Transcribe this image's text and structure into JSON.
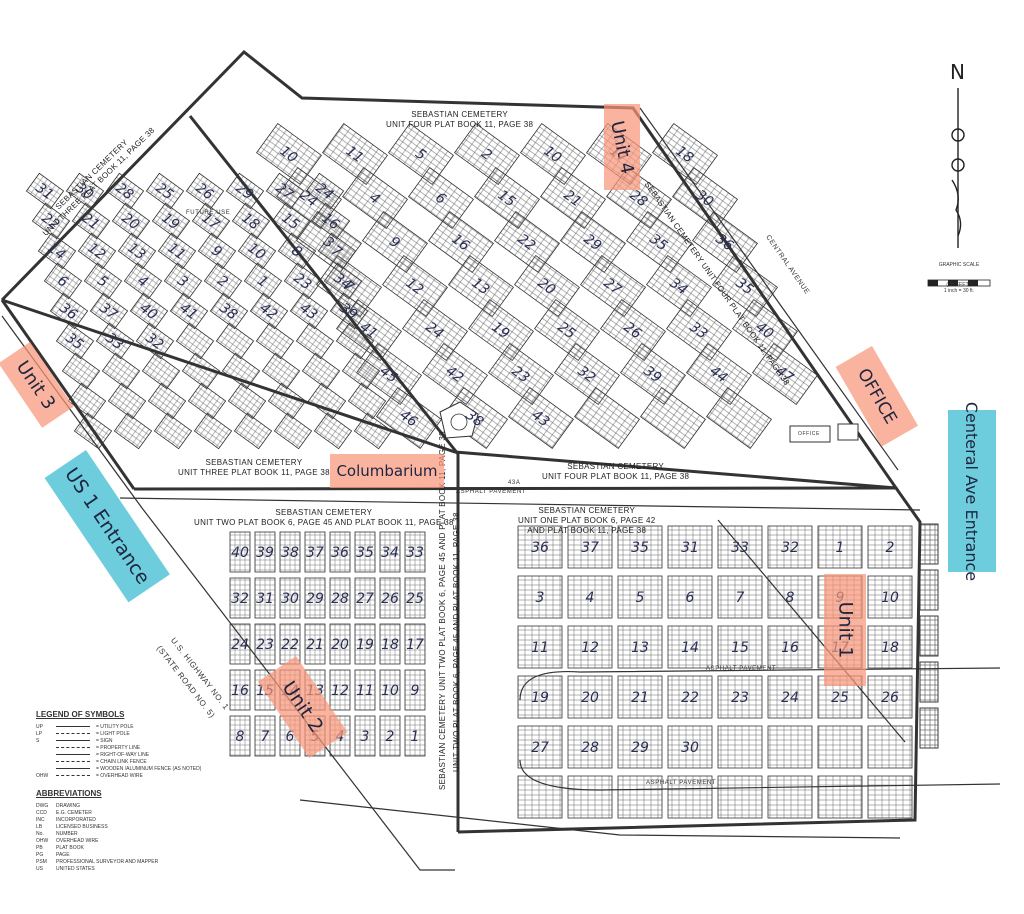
{
  "plats": {
    "unit_three": {
      "top": "SEBASTIAN CEMETERY",
      "bottom": "UNIT THREE PLAT BOOK 11, PAGE 38"
    },
    "unit_four_top": {
      "line1": "SEBASTIAN CEMETERY",
      "line2": "UNIT FOUR PLAT BOOK 11, PAGE 38"
    },
    "unit_four_side": "SEBASTIAN CEMETERY UNIT FOUR PLAT BOOK 11, PAGE 38",
    "unit_three_bottom": {
      "line1": "SEBASTIAN CEMETERY",
      "line2": "UNIT THREE PLAT BOOK 11, PAGE 38"
    },
    "unit_four_bottom": {
      "line1": "SEBASTIAN CEMETERY",
      "line2": "UNIT FOUR PLAT BOOK 11, PAGE 38"
    },
    "unit_two_top": {
      "line1": "SEBASTIAN CEMETERY",
      "line2": "UNIT TWO PLAT BOOK 6, PAGE 45 AND PLAT BOOK 11, PAGE 38"
    },
    "unit_one_top": {
      "line1": "SEBASTIAN CEMETERY",
      "line2": "UNIT ONE PLAT BOOK 6, PAGE 42",
      "line3": "AND PLAT BOOK 11, PAGE 38"
    },
    "vertical_1": "SEBASTIAN CEMETERY UNIT TWO PLAT BOOK 6, PAGE 45 AND PLAT BOOK 11, PAGE 38",
    "vertical_2": "UNIT TWO PLAT BOOK 6, PAGE 45 AND PLAT BOOK 11, PAGE 38"
  },
  "roads": {
    "central_avenue": "CENTRAL AVENUE",
    "us_highway": "U.S. HIGHWAY NO. 1",
    "state_road": "(STATE ROAD NO. 5)",
    "asphalt_1": "ASPHALT PAVEMENT",
    "asphalt_2": "ASPHALT PAVEMENT",
    "asphalt_3": "ASPHALT PAVEMENT",
    "future_use": "FUTURE USE",
    "lot_43a": "43A",
    "office_box": "OFFICE"
  },
  "stickies": {
    "unit4": "Unit 4",
    "unit3": "Unit 3",
    "us1": "US 1 Entrance",
    "columbarium": "Columbarium",
    "office": "OFFICE",
    "central_ave": "Centeral Ave Entrance",
    "unit1": "Unit 1",
    "unit2": "Unit 2"
  },
  "north": {
    "letter": "N"
  },
  "scale": {
    "title": "GRAPHIC SCALE",
    "feet": "( IN FEET )",
    "ratio": "1 inch = 30 ft."
  },
  "legend": {
    "title": "LEGEND OF SYMBOLS",
    "items": [
      {
        "code": "UP",
        "label": "= UTILITY POLE"
      },
      {
        "code": "LP",
        "label": "= LIGHT POLE"
      },
      {
        "code": "S",
        "label": "= SIGN"
      },
      {
        "code": "",
        "label": "= PROPERTY LINE"
      },
      {
        "code": "",
        "label": "= RIGHT-OF-WAY LINE"
      },
      {
        "code": "",
        "label": "= CHAIN LINK FENCE"
      },
      {
        "code": "",
        "label": "= WOODEN /ALUMINUM FENCE (AS NOTED)"
      },
      {
        "code": "OHW",
        "label": "= OVERHEAD WIRE"
      }
    ],
    "abbr_title": "ABBREVIATIONS",
    "abbreviations": [
      {
        "code": "DWG",
        "label": "DRAWING"
      },
      {
        "code": "CCD",
        "label": "E.G. CEMETER"
      },
      {
        "code": "INC",
        "label": "INCORPORATED"
      },
      {
        "code": "LB",
        "label": "LICENSED BUSINESS"
      },
      {
        "code": "No.",
        "label": "NUMBER"
      },
      {
        "code": "OHW",
        "label": "OVERHEAD WIRE"
      },
      {
        "code": "PB",
        "label": "PLAT BOOK"
      },
      {
        "code": "PG",
        "label": "PAGE"
      },
      {
        "code": "PSM",
        "label": "PROFESSIONAL SURVEYOR AND MAPPER"
      },
      {
        "code": "US",
        "label": "UNITED STATES"
      }
    ]
  },
  "block_numbers": {
    "unit4": [
      "10",
      "11",
      "5",
      "2",
      "10",
      "17",
      "18",
      "24",
      "4",
      "6",
      "15",
      "21",
      "28",
      "30",
      "3",
      "9",
      "16",
      "22",
      "29",
      "35",
      "36",
      "7",
      "12",
      "13",
      "20",
      "27",
      "34",
      "35",
      "41",
      "24",
      "19",
      "25",
      "26",
      "33",
      "40",
      "45",
      "42",
      "23",
      "32",
      "39",
      "44",
      "47",
      "46",
      "38",
      "43"
    ],
    "unit3": [
      "31",
      "30",
      "28",
      "25",
      "26",
      "29",
      "27",
      "24",
      "22",
      "21",
      "20",
      "19",
      "17",
      "18",
      "15",
      "16",
      "14",
      "12",
      "13",
      "11",
      "9",
      "10",
      "8",
      "7",
      "6",
      "5",
      "4",
      "3",
      "2",
      "1",
      "23",
      "34",
      "36",
      "37",
      "40",
      "41",
      "38",
      "42",
      "43",
      "39",
      "35",
      "33",
      "32"
    ],
    "unit2": [
      "40",
      "39",
      "38",
      "37",
      "36",
      "35",
      "34",
      "33",
      "32",
      "31",
      "30",
      "29",
      "28",
      "27",
      "26",
      "25",
      "24",
      "23",
      "22",
      "21",
      "20",
      "19",
      "18",
      "17",
      "16",
      "15",
      "14",
      "13",
      "12",
      "11",
      "10",
      "9",
      "8",
      "7",
      "6",
      "5",
      "4",
      "3",
      "2",
      "1"
    ],
    "unit1": [
      "36",
      "37",
      "35",
      "31",
      "33",
      "32",
      "1",
      "2",
      "3",
      "4",
      "5",
      "6",
      "7",
      "8",
      "9",
      "10",
      "11",
      "12",
      "13",
      "14",
      "15",
      "16",
      "17",
      "18",
      "19",
      "20",
      "21",
      "22",
      "23",
      "24",
      "25",
      "26",
      "27",
      "28",
      "29",
      "30"
    ]
  }
}
